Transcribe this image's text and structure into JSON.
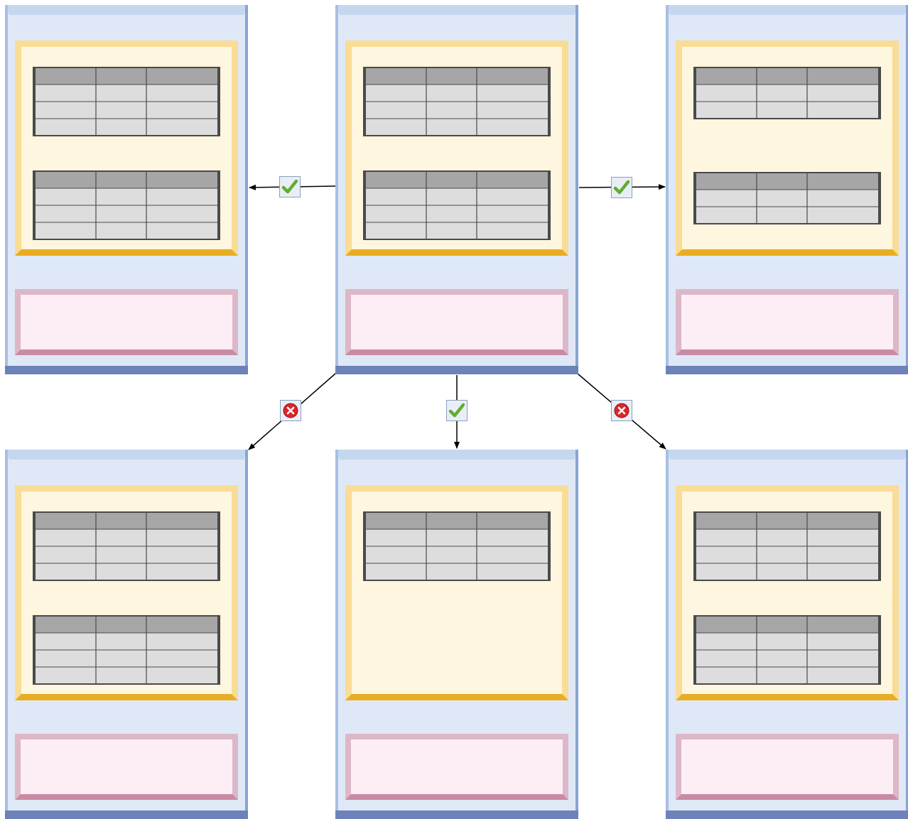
{
  "diagram": {
    "panels": [
      {
        "id": "center-top",
        "tables": [
          4,
          4
        ],
        "role": "source"
      },
      {
        "id": "left-top",
        "tables": [
          4,
          4
        ]
      },
      {
        "id": "right-top",
        "tables": [
          3,
          3
        ]
      },
      {
        "id": "left-bottom",
        "tables": [
          4,
          4
        ]
      },
      {
        "id": "center-bottom",
        "tables": [
          4
        ]
      },
      {
        "id": "right-bottom",
        "tables": [
          4,
          4
        ]
      }
    ],
    "connectors": [
      {
        "from": "center-top",
        "to": "left-top",
        "status": "valid"
      },
      {
        "from": "center-top",
        "to": "right-top",
        "status": "valid"
      },
      {
        "from": "center-top",
        "to": "left-bottom",
        "status": "invalid"
      },
      {
        "from": "center-top",
        "to": "center-bottom",
        "status": "valid"
      },
      {
        "from": "center-top",
        "to": "right-bottom",
        "status": "invalid"
      }
    ],
    "icons": {
      "valid": "check-icon",
      "invalid": "error-icon"
    },
    "colors": {
      "panel_bg": "#dfe8f6",
      "panel_bevel_light": "#c5d6ef",
      "panel_bevel_dark": "#6c82b8",
      "content_bg": "#fef6de",
      "content_bevel_light": "#f9dc95",
      "content_bevel_dark": "#e9ad24",
      "footer_bg": "#fdeef5",
      "footer_bevel_light": "#dcb7c8",
      "footer_bevel_dark": "#c98aa6",
      "table_header": "#a6a6a6",
      "table_cell": "#dddddd",
      "table_border": "#4a4a4a",
      "check_green": "#5fae2e",
      "error_red": "#d9262c"
    }
  }
}
